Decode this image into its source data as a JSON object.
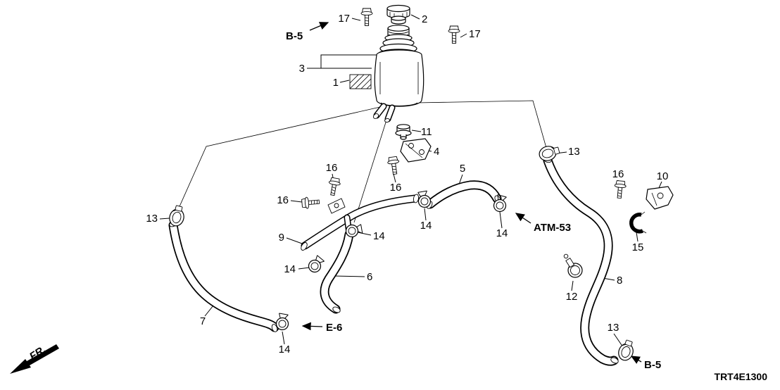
{
  "diagram": {
    "code": "TRT4E1300",
    "fr_label": "FR.",
    "refs": {
      "b5": "B-5",
      "e6": "E-6",
      "atm": "ATM-53"
    },
    "callouts": {
      "1": "1",
      "2": "2",
      "3": "3",
      "4": "4",
      "5": "5",
      "6": "6",
      "7": "7",
      "8": "8",
      "9": "9",
      "10": "10",
      "11": "11",
      "12": "12",
      "13": "13",
      "14": "14",
      "15": "15",
      "16": "16",
      "17": "17"
    }
  }
}
